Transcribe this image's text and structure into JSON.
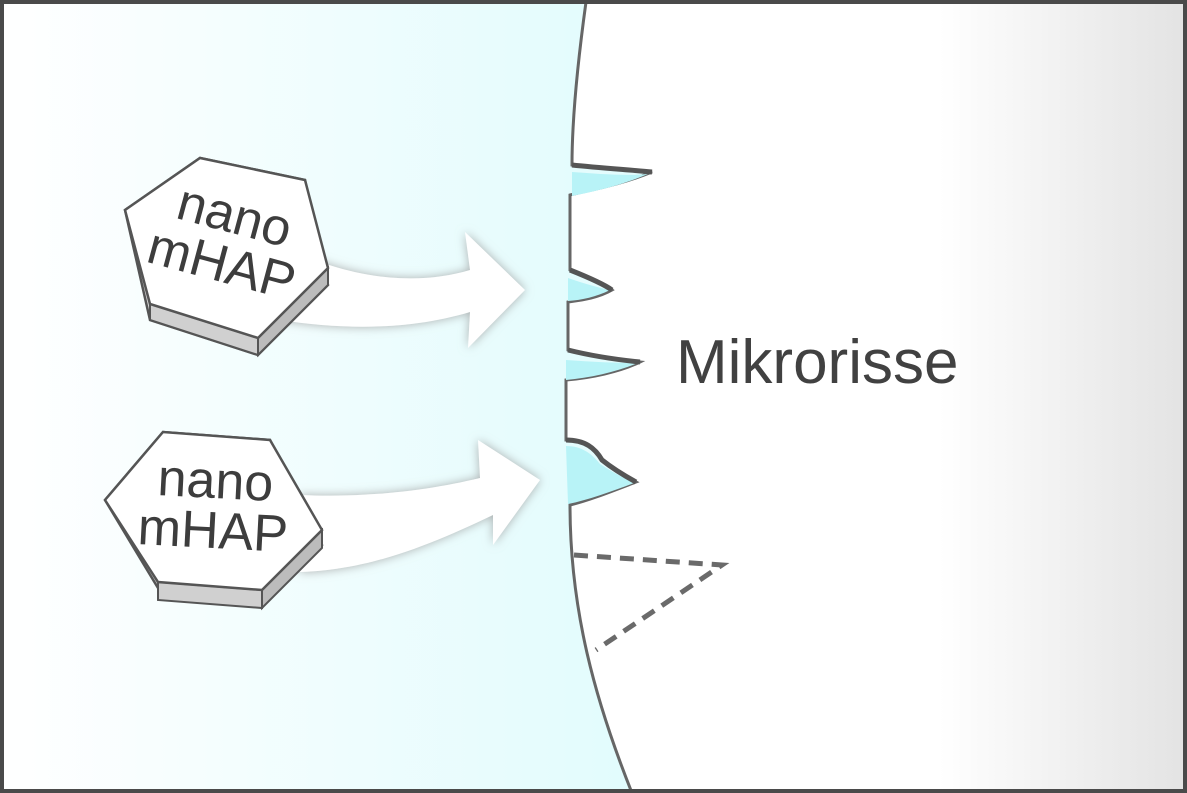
{
  "labels": {
    "crack_label": "Mikrorisse"
  },
  "particles": [
    {
      "line1": "nano",
      "line2": "mHAP"
    },
    {
      "line1": "nano",
      "line2": "mHAP"
    }
  ],
  "colors": {
    "enamel_fill": "#ccf9fb",
    "tooth_background": "#ffffff",
    "outline": "#555555",
    "dashed_crack": "#6a6a6a",
    "hex_text": "#3d3d3d",
    "frame": "#4a4a4a"
  }
}
